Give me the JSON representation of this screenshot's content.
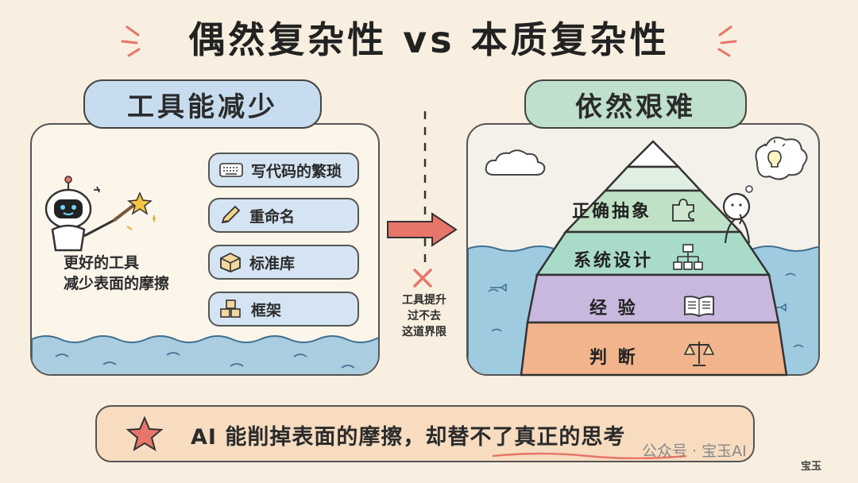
{
  "title": "偶然复杂性 vs 本质复杂性",
  "left": {
    "heading": "工具能减少",
    "items": [
      "写代码的繁琐",
      "重命名",
      "标准库",
      "框架"
    ],
    "caption_line1": "更好的工具",
    "caption_line2": "减少表面的摩擦"
  },
  "middle": {
    "note_line1": "工具提升",
    "note_line2": "过不去",
    "note_line3": "这道界限"
  },
  "right": {
    "heading": "依然艰难",
    "layers": [
      "正确抽象",
      "系统设计",
      "经 验",
      "判 断"
    ]
  },
  "banner": {
    "text": "AI 能削掉表面的摩擦，却替不了真正的思考"
  },
  "watermark": {
    "platform": "公众号 · 宝玉AI",
    "signature": "宝玉"
  },
  "colors": {
    "background": "#f8efe0",
    "left_pill": "#c7dcef",
    "right_pill": "#bfe0cc",
    "water": "#aacde0",
    "layer_top": "#bfe2c6",
    "layer_2": "#a9dcc8",
    "layer_3": "#c8b8de",
    "layer_4": "#f2b48c",
    "arrow": "#e8756a",
    "banner": "#f7dcc0"
  }
}
